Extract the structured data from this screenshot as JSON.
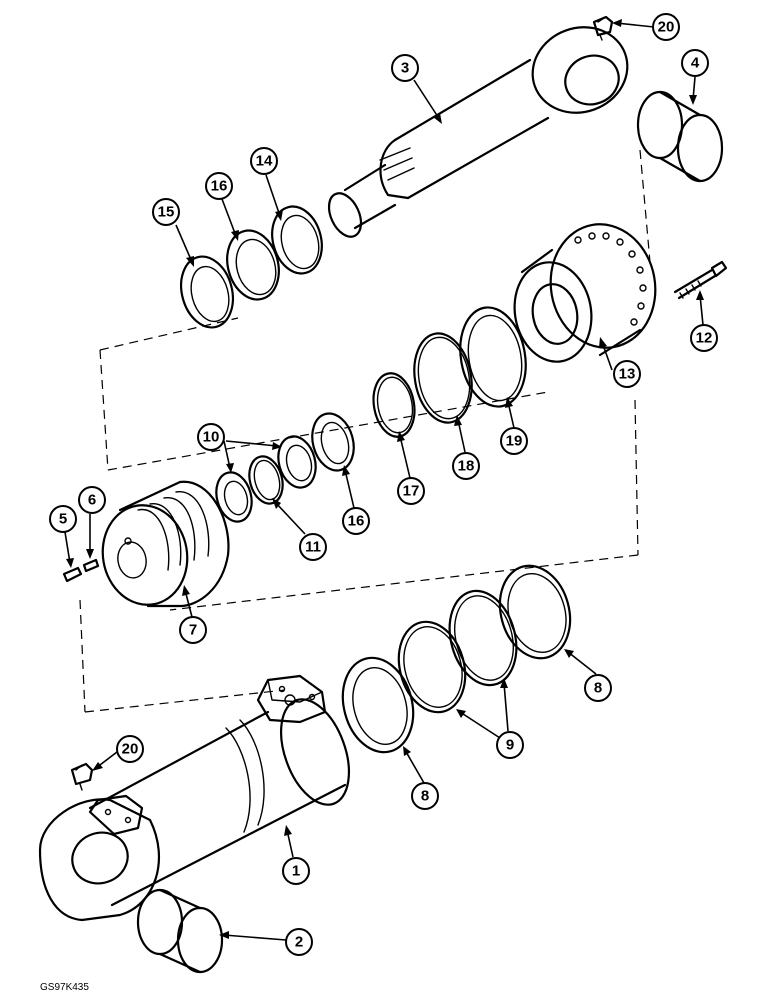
{
  "drawing_code": "GS97K435",
  "callouts": [
    {
      "id": "c20a",
      "label": "20"
    },
    {
      "id": "c3",
      "label": "3"
    },
    {
      "id": "c4",
      "label": "4"
    },
    {
      "id": "c14",
      "label": "14"
    },
    {
      "id": "c16a",
      "label": "16"
    },
    {
      "id": "c15",
      "label": "15"
    },
    {
      "id": "c12",
      "label": "12"
    },
    {
      "id": "c13",
      "label": "13"
    },
    {
      "id": "c19",
      "label": "19"
    },
    {
      "id": "c18",
      "label": "18"
    },
    {
      "id": "c17",
      "label": "17"
    },
    {
      "id": "c10",
      "label": "10"
    },
    {
      "id": "c16b",
      "label": "16"
    },
    {
      "id": "c11",
      "label": "11"
    },
    {
      "id": "c5",
      "label": "5"
    },
    {
      "id": "c6",
      "label": "6"
    },
    {
      "id": "c7",
      "label": "7"
    },
    {
      "id": "c8a",
      "label": "8"
    },
    {
      "id": "c9",
      "label": "9"
    },
    {
      "id": "c8b",
      "label": "8"
    },
    {
      "id": "c20b",
      "label": "20"
    },
    {
      "id": "c1",
      "label": "1"
    },
    {
      "id": "c2",
      "label": "2"
    }
  ]
}
